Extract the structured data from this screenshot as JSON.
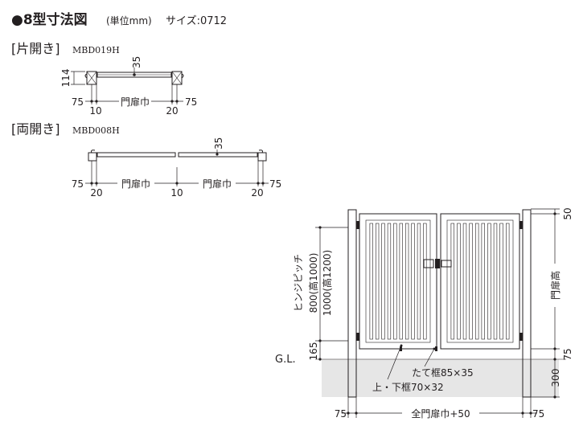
{
  "header": {
    "title": "●8型寸法図",
    "unit": "(単位mm)",
    "size": "サイズ:0712"
  },
  "single": {
    "title": "[片開き]",
    "model": "MBD019H",
    "dim_depth": "114",
    "dim_frame": "35",
    "dim_left_out": "75",
    "dim_left_gap": "10",
    "dim_width": "門扉巾",
    "dim_right_gap": "20",
    "dim_right_out": "75"
  },
  "double": {
    "title": "[両開き]",
    "model": "MBD008H",
    "dim_frame": "35",
    "dim_left_out": "75",
    "dim_left_gap": "20",
    "dim_width_l": "門扉巾",
    "dim_center": "10",
    "dim_width_r": "門扉巾",
    "dim_right_gap": "20",
    "dim_right_out": "75"
  },
  "elevation": {
    "hinge_pitch": "ヒンジピッチ",
    "pitch_800": "800(高1000)",
    "pitch_1000": "1000(高1200)",
    "dim_165": "165",
    "gl": "G.L.",
    "gate_height": "門扉高",
    "dim_top": "50",
    "dim_bottom_gap": "75",
    "dim_embed": "300",
    "stile": "たて框85×35",
    "rails": "上・下框70×32",
    "dim_left_out": "75",
    "total_width": "全門扉巾+50",
    "dim_right_out": "75"
  }
}
